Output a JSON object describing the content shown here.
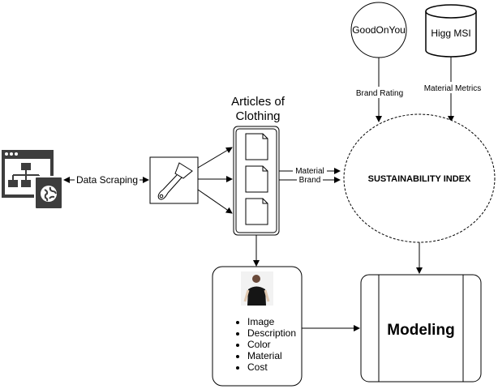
{
  "diagram": {
    "nodes": {
      "goodonyou": {
        "label": "GoodOnYou"
      },
      "higg_msi": {
        "label": "Higg MSI"
      },
      "articles": {
        "label_line1": "Articles of",
        "label_line2": "Clothing"
      },
      "sustainability_index": {
        "label": "SUSTAINABILITY INDEX"
      },
      "modeling": {
        "label": "Modeling"
      },
      "attributes_card": {
        "items": [
          "Image",
          "Description",
          "Color",
          "Material",
          "Cost"
        ]
      }
    },
    "edges": {
      "data_scraping": {
        "label": "Data Scraping"
      },
      "brand_rating": {
        "label": "Brand Rating"
      },
      "material_metrics": {
        "label": "Material Metrics"
      },
      "material": {
        "label": "Material"
      },
      "brand": {
        "label": "Brand"
      }
    },
    "icons": {
      "website": "website-sitemap-globe-icon",
      "scraper": "putty-knife-scraper-icon",
      "document": "document-icon",
      "person": "person-photo-icon"
    },
    "colors": {
      "stroke": "#000000",
      "icon_dark": "#3d3d3d",
      "background": "#ffffff"
    }
  }
}
